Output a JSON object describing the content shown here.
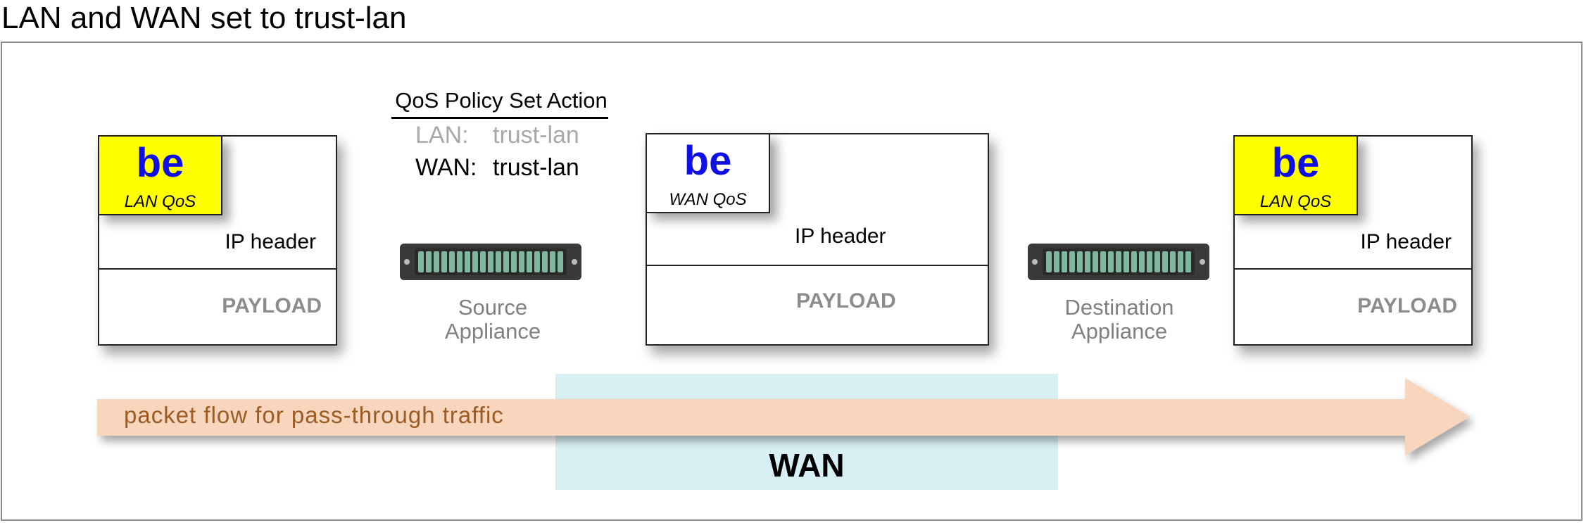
{
  "title": "LAN and WAN set to trust-lan",
  "policy": {
    "heading": "QoS Policy Set Action",
    "rows": [
      {
        "key": "LAN:",
        "value": "trust-lan"
      },
      {
        "key": "WAN:",
        "value": "trust-lan"
      }
    ]
  },
  "packets": [
    {
      "tag": "be",
      "qos_label": "LAN QoS",
      "qos_color": "#ffff00",
      "header": "IP header",
      "payload": "PAYLOAD"
    },
    {
      "tag": "be",
      "qos_label": "WAN QoS",
      "qos_color": "#ffffff",
      "header": "IP header",
      "payload": "PAYLOAD"
    },
    {
      "tag": "be",
      "qos_label": "LAN QoS",
      "qos_color": "#ffff00",
      "header": "IP header",
      "payload": "PAYLOAD"
    }
  ],
  "appliances": [
    {
      "line1": "Source",
      "line2": "Appliance"
    },
    {
      "line1": "Destination",
      "line2": "Appliance"
    }
  ],
  "flow_label": "packet flow for pass-through traffic",
  "wan_label": "WAN",
  "colors": {
    "tag_text": "#1010e6",
    "lan_qos_fill": "#ffff00",
    "flow_arrow": "#f7d6bd",
    "flow_text": "#9b5b24",
    "wan_zone": "#d8f0f4",
    "payload_text": "#8c8c8c"
  }
}
